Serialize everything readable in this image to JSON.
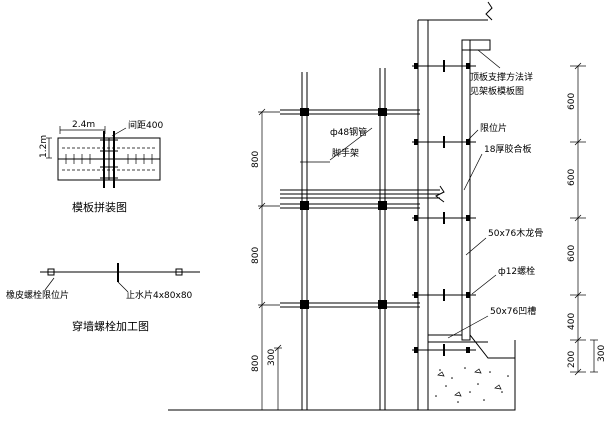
{
  "detail_left": {
    "panel_width": "2.4m",
    "spacing": "间距400",
    "panel_height": "1.2m",
    "panel_title": "模板拼装图",
    "bolt_label_left": "橡皮螺栓限位片",
    "bolt_label_right": "止水片4x80x80",
    "bolt_title": "穿墙螺栓加工图"
  },
  "callouts": {
    "top_support": [
      "顶板支撑方法详",
      "见架板模板图"
    ],
    "steel_pipe": "ф48钢管",
    "scaffold": "脚手架",
    "stop_plate": "限位片",
    "plywood": "18厚胶合板",
    "wood_keel": "50x76木龙骨",
    "bolt": "ф12螺栓",
    "groove": "50x76凹槽"
  },
  "dims_left": [
    "800",
    "800",
    "800",
    "300"
  ],
  "dims_right": [
    "600",
    "600",
    "600",
    "400",
    "200",
    "300"
  ]
}
